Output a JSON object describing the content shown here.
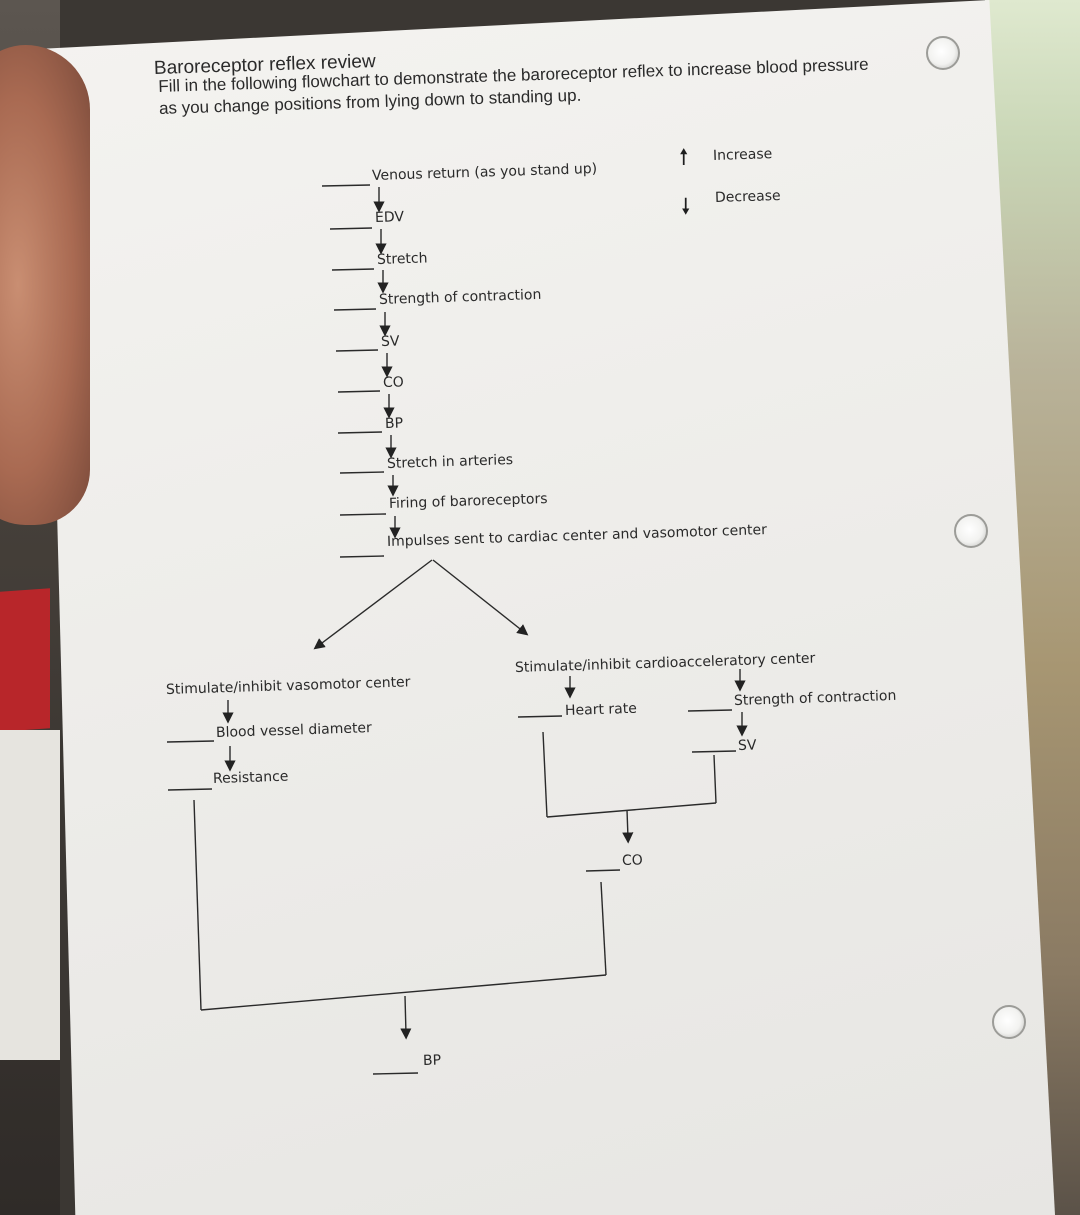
{
  "heading": "Baroreceptor reflex review",
  "instructions": "Fill in the following flowchart to demonstrate the baroreceptor reflex to increase blood pressure as you change positions from lying down to standing up.",
  "legend": {
    "increase_label": "Increase",
    "decrease_label": "Decrease",
    "increase_icon": "up-arrow-icon",
    "decrease_icon": "down-arrow-icon"
  },
  "chain": [
    "Venous return (as you stand up)",
    "EDV",
    "Stretch",
    "Strength of contraction",
    "SV",
    "CO",
    "BP",
    "Stretch in arteries",
    "Firing of baroreceptors",
    "Impulses sent to cardiac center and vasomotor center"
  ],
  "vasomotor": {
    "center": "Stimulate/inhibit vasomotor center",
    "diameter": "Blood vessel diameter",
    "resistance": "Resistance"
  },
  "cardio": {
    "center": "Stimulate/inhibit cardioacceleratory center",
    "heart_rate": "Heart rate",
    "strength": "Strength of contraction",
    "sv": "SV",
    "co": "CO"
  },
  "result": "BP"
}
